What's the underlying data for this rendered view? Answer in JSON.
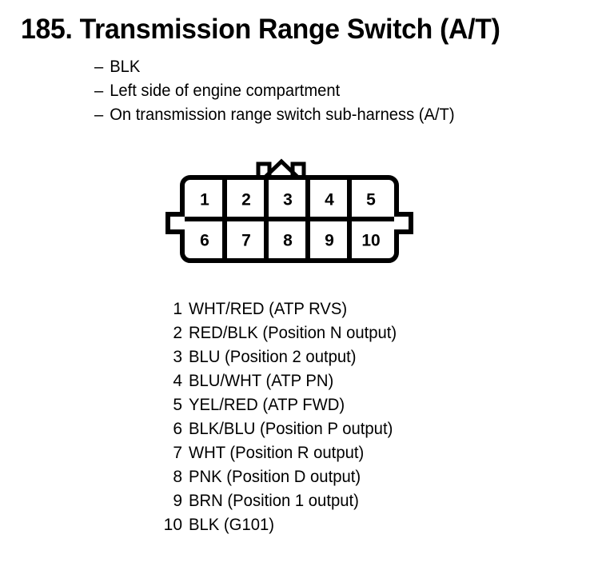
{
  "document": {
    "title_number": "185.",
    "title_text": "Transmission Range Switch (A/T)",
    "title_full": "185.  Transmission Range Switch (A/T)"
  },
  "description": {
    "dash": "–",
    "items": [
      "BLK",
      "Left side of engine compartment",
      "On transmission range switch sub-harness (A/T)"
    ]
  },
  "connector": {
    "name": "10-pin connector",
    "cavity_count": 10,
    "rows": [
      {
        "pins": [
          "1",
          "2",
          "3",
          "4",
          "5"
        ]
      },
      {
        "pins": [
          "6",
          "7",
          "8",
          "9",
          "10"
        ]
      }
    ],
    "body_color": "#000000",
    "fill_color": "#ffffff"
  },
  "pin_legend": [
    {
      "num": "1",
      "label": "WHT/RED (ATP RVS)"
    },
    {
      "num": "2",
      "label": "RED/BLK (Position N output)"
    },
    {
      "num": "3",
      "label": "BLU (Position 2 output)"
    },
    {
      "num": "4",
      "label": "BLU/WHT (ATP PN)"
    },
    {
      "num": "5",
      "label": "YEL/RED (ATP FWD)"
    },
    {
      "num": "6",
      "label": "BLK/BLU (Position P output)"
    },
    {
      "num": "7",
      "label": "WHT (Position R output)"
    },
    {
      "num": "8",
      "label": "PNK (Position D output)"
    },
    {
      "num": "9",
      "label": "BRN (Position 1 output)"
    },
    {
      "num": "10",
      "label": "BLK (G101)"
    }
  ]
}
